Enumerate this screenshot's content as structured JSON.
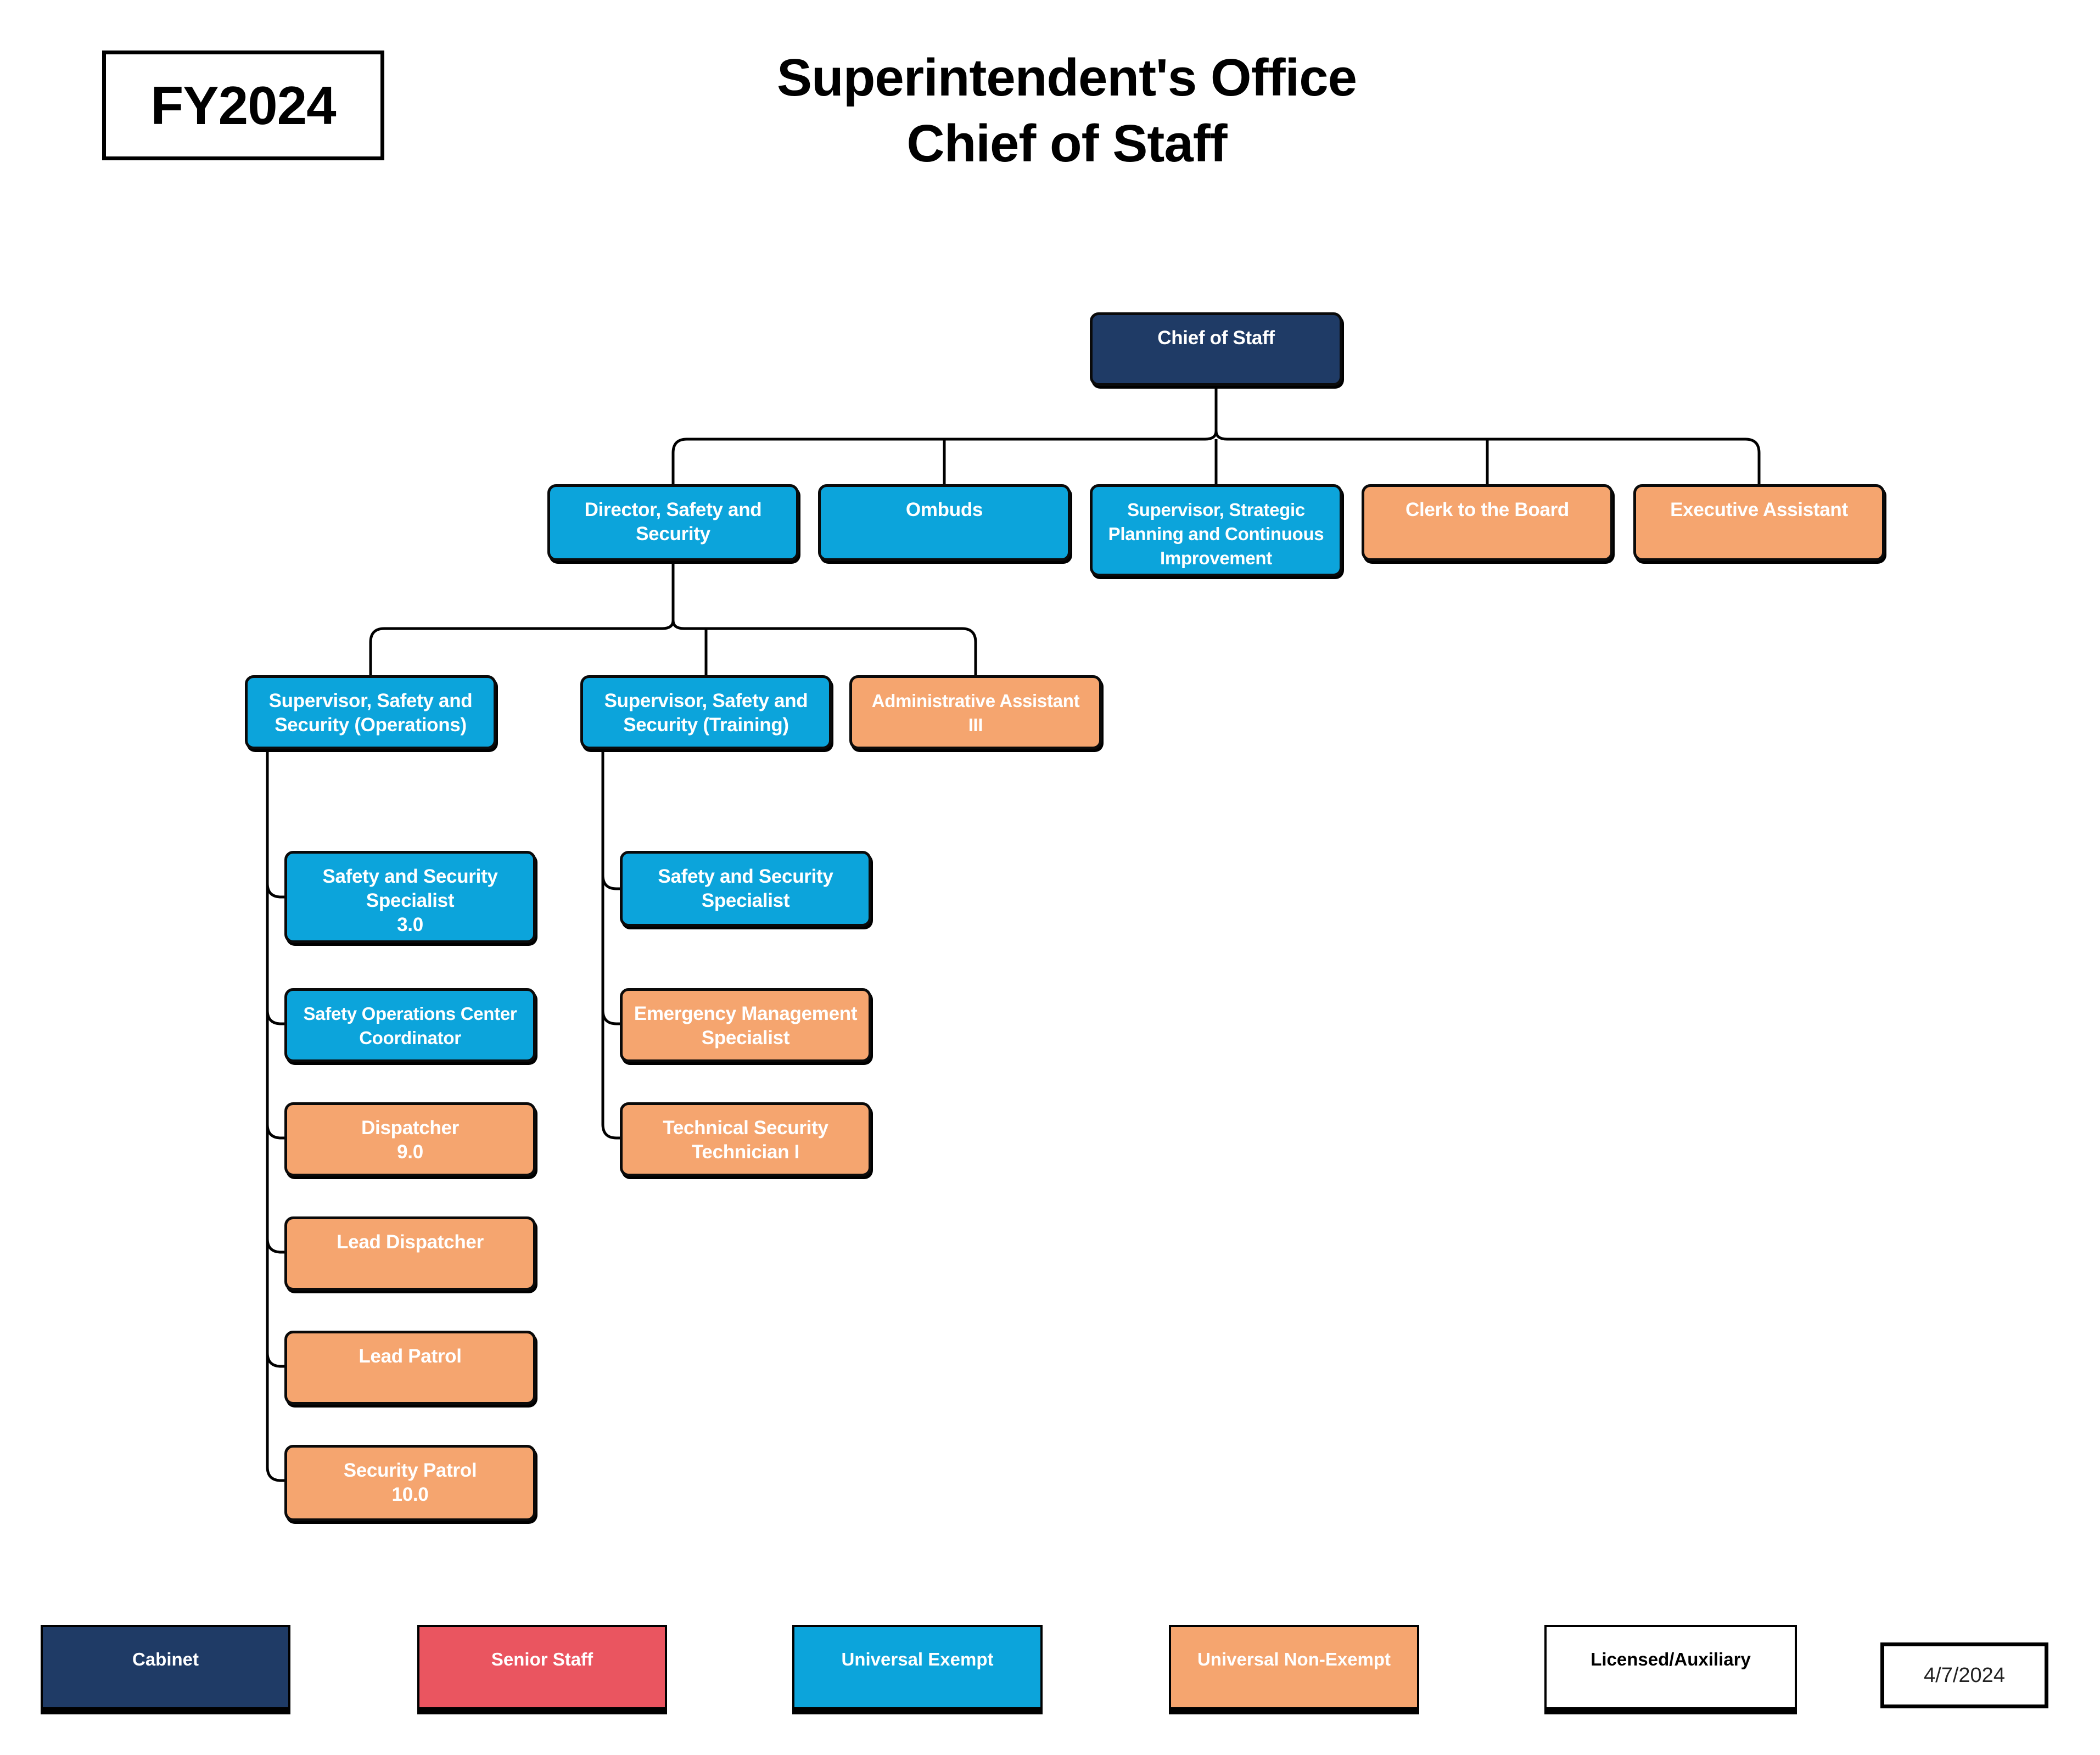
{
  "header": {
    "fiscal_year": "FY2024",
    "title_line1": "Superintendent's Office",
    "title_line2": "Chief of Staff"
  },
  "colors": {
    "cabinet": "#1F3B66",
    "senior_staff": "#EA5560",
    "universal_exempt": "#0CA4DB",
    "universal_non_exempt": "#F5A56F",
    "licensed_auxiliary": "#FFFFFF",
    "connector": "#000000"
  },
  "nodes": [
    {
      "id": "chief-of-staff",
      "label": "Chief of Staff",
      "category": "cabinet"
    },
    {
      "id": "director-safety-security",
      "label": "Director, Safety and\nSecurity",
      "category": "universal_exempt"
    },
    {
      "id": "ombuds",
      "label": "Ombuds",
      "category": "universal_exempt"
    },
    {
      "id": "supervisor-strategic-planning",
      "label": "Supervisor, Strategic\nPlanning and Continuous\nImprovement",
      "category": "universal_exempt"
    },
    {
      "id": "clerk-to-the-board",
      "label": "Clerk to the Board",
      "category": "universal_non_exempt"
    },
    {
      "id": "executive-assistant",
      "label": "Executive Assistant",
      "category": "universal_non_exempt"
    },
    {
      "id": "supervisor-safety-security-operations",
      "label": "Supervisor, Safety and\nSecurity (Operations)",
      "category": "universal_exempt"
    },
    {
      "id": "supervisor-safety-security-training",
      "label": "Supervisor, Safety and\nSecurity (Training)",
      "category": "universal_exempt"
    },
    {
      "id": "administrative-assistant-iii",
      "label": "Administrative Assistant\nIII",
      "category": "universal_non_exempt"
    },
    {
      "id": "safety-security-specialist-3",
      "label": "Safety and Security\nSpecialist\n3.0",
      "category": "universal_exempt"
    },
    {
      "id": "safety-operations-center-coordinator",
      "label": "Safety Operations Center\nCoordinator",
      "category": "universal_exempt"
    },
    {
      "id": "dispatcher-9",
      "label": "Dispatcher\n9.0",
      "category": "universal_non_exempt"
    },
    {
      "id": "lead-dispatcher",
      "label": "Lead Dispatcher",
      "category": "universal_non_exempt"
    },
    {
      "id": "lead-patrol",
      "label": "Lead Patrol",
      "category": "universal_non_exempt"
    },
    {
      "id": "security-patrol-10",
      "label": "Security Patrol\n10.0",
      "category": "universal_non_exempt"
    },
    {
      "id": "safety-security-specialist",
      "label": "Safety and Security\nSpecialist",
      "category": "universal_exempt"
    },
    {
      "id": "emergency-management-specialist",
      "label": "Emergency Management\nSpecialist",
      "category": "universal_non_exempt"
    },
    {
      "id": "technical-security-technician-i",
      "label": "Technical Security\nTechnician I",
      "category": "universal_non_exempt"
    }
  ],
  "legend": {
    "items": [
      {
        "label": "Cabinet",
        "category": "cabinet"
      },
      {
        "label": "Senior Staff",
        "category": "senior_staff"
      },
      {
        "label": "Universal Exempt",
        "category": "universal_exempt"
      },
      {
        "label": "Universal Non-Exempt",
        "category": "universal_non_exempt"
      },
      {
        "label": "Licensed/Auxiliary",
        "category": "licensed_auxiliary"
      }
    ]
  },
  "footer": {
    "date": "4/7/2024"
  }
}
